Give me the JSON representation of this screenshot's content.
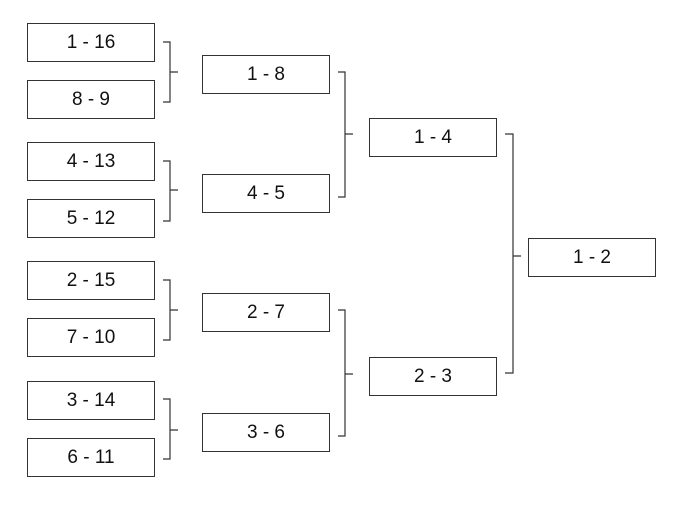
{
  "bracket": {
    "round1": [
      "1 - 16",
      "8 - 9",
      "4 - 13",
      "5 - 12",
      "2 - 15",
      "7 - 10",
      "3 - 14",
      "6 - 11"
    ],
    "round2": [
      "1 - 8",
      "4 - 5",
      "2 - 7",
      "3 - 6"
    ],
    "round3": [
      "1 - 4",
      "2 - 3"
    ],
    "final": [
      "1 - 2"
    ]
  }
}
